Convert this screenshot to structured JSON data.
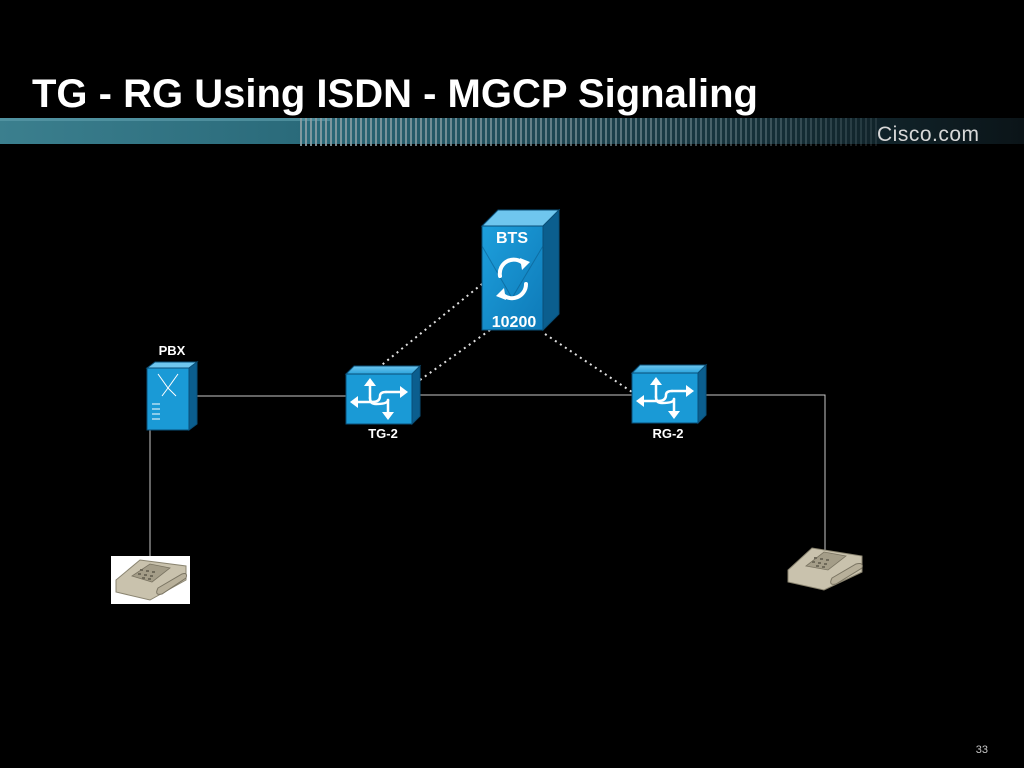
{
  "slide": {
    "title": "TG - RG Using ISDN - MGCP Signaling",
    "brand": "Cisco.com",
    "page_number": "33"
  },
  "diagram": {
    "nodes": {
      "bts": {
        "label_top": "BTS",
        "label_bottom": "10200",
        "type": "softswitch-server"
      },
      "pbx": {
        "label": "PBX",
        "type": "pbx-switch"
      },
      "tg": {
        "label": "TG-2",
        "type": "router"
      },
      "rg": {
        "label": "RG-2",
        "type": "router"
      },
      "phone_left": {
        "type": "telephone"
      },
      "phone_right": {
        "type": "telephone"
      }
    },
    "links": [
      {
        "from": "pbx",
        "to": "tg",
        "style": "solid"
      },
      {
        "from": "tg",
        "to": "rg",
        "style": "solid"
      },
      {
        "from": "rg",
        "to": "phone_right",
        "style": "solid"
      },
      {
        "from": "pbx",
        "to": "phone_left",
        "style": "solid"
      },
      {
        "from": "tg",
        "to": "bts",
        "style": "dotted"
      },
      {
        "from": "tg",
        "to": "bts",
        "style": "dotted"
      },
      {
        "from": "rg",
        "to": "bts",
        "style": "dotted"
      }
    ]
  },
  "colors": {
    "background": "#000000",
    "device_blue": "#1a9ad6",
    "device_dark": "#0b5e8e",
    "band_teal": "#2f6f7f",
    "link": "#c8c8c8"
  }
}
